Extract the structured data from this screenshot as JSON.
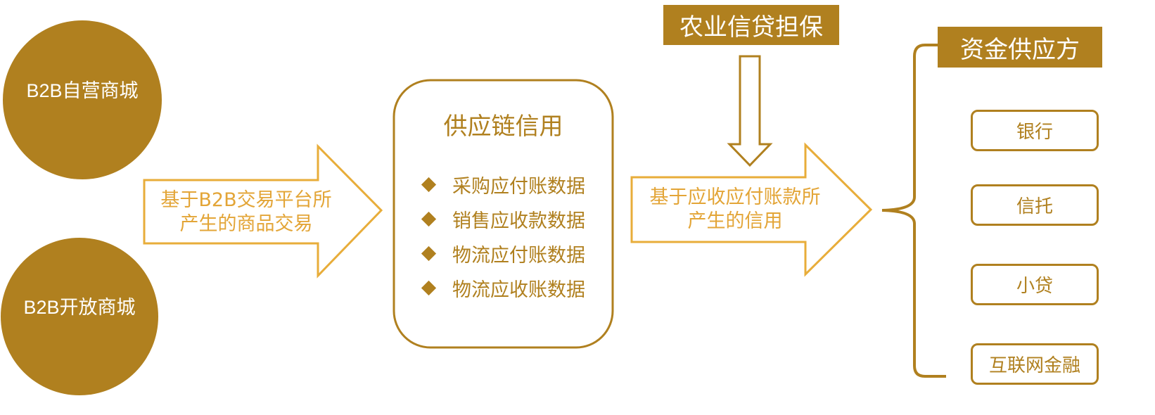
{
  "sources": {
    "self_operated_mall": "B2B自营商城",
    "open_mall": "B2B开放商城"
  },
  "arrows": {
    "left_text_line1": "基于B2B交易平台所",
    "left_text_line2": "产生的商品交易",
    "right_text_line1": "基于应收应付账款所",
    "right_text_line2": "产生的信用"
  },
  "supply_chain_credit": {
    "title": "供应链信用",
    "items": [
      "采购应付账数据",
      "销售应收款数据",
      "物流应付账数据",
      "物流应收账数据"
    ]
  },
  "guarantee": {
    "label": "农业信贷担保"
  },
  "funding": {
    "title": "资金供应方",
    "providers": [
      "银行",
      "信托",
      "小贷",
      "互联网金融"
    ]
  },
  "colors": {
    "primary": "#b0801f",
    "arrow_outline": "#e8ad3a",
    "arrow_text": "#e3a537"
  }
}
